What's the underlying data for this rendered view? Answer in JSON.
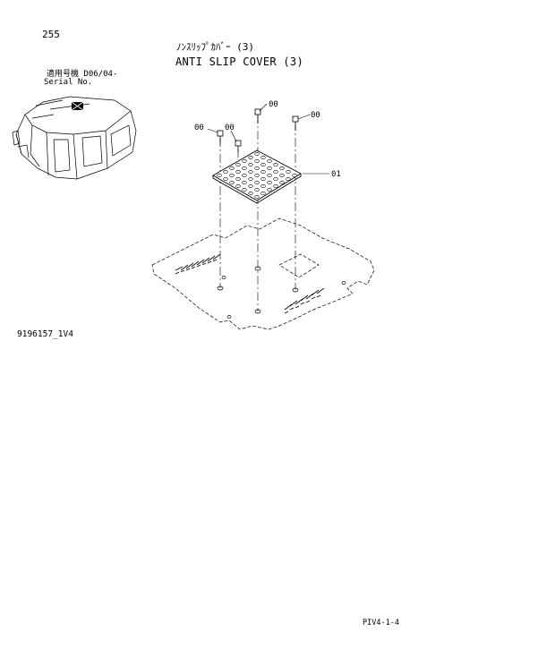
{
  "header": {
    "page_number": "255",
    "title_jp": "ﾉﾝｽﾘｯﾌﾟｶﾊﾞｰ (3)",
    "title_en": "ANTI SLIP COVER (3)"
  },
  "serial": {
    "label_jp": "適用号機 D06/04-",
    "label_en": "Serial No."
  },
  "callouts": {
    "bolt_left": "00",
    "bolt_center_left": "00",
    "bolt_top": "00",
    "bolt_right": "00",
    "plate": "01"
  },
  "footer": {
    "drawing_number": "9196157_1V4",
    "page_reference": "PIV4-1-4"
  }
}
